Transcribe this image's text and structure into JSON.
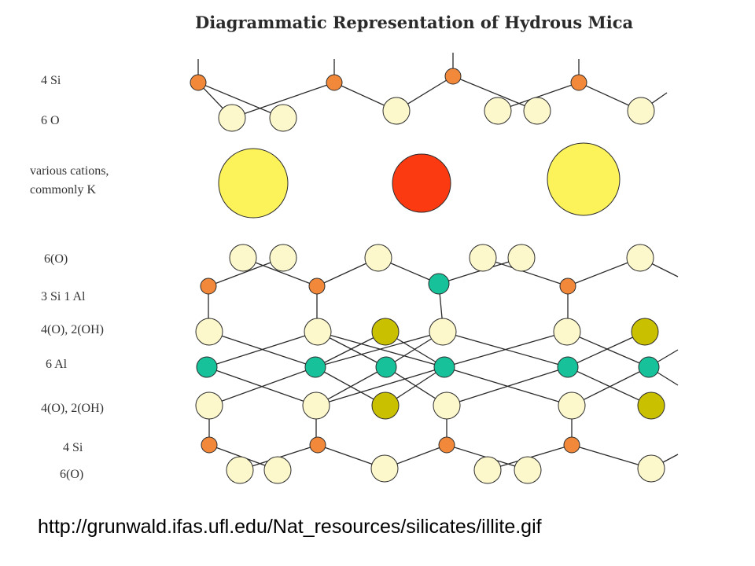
{
  "title": "Diagrammatic Representation of Hydrous Mica",
  "labels": {
    "top_si": "4 Si",
    "top_o": "6 O",
    "cations_line1": "various cations,",
    "cations_line2": "commonly K",
    "o6_upper": "6(O)",
    "si3al1": "3 Si 1 Al",
    "o4oh2_upper": "4(O), 2(OH)",
    "al6": "6 Al",
    "o4oh2_lower": "4(O), 2(OH)",
    "bottom_si": "4 Si",
    "o6_lower": "6(O)"
  },
  "url": "http://grunwald.ifas.ufl.edu/Nat_resources/silicates/illite.gif",
  "colors": {
    "oxygen": "#fcf8cc",
    "silicon": "#f2883a",
    "aluminum": "#17c29a",
    "hydroxyl": "#c9c100",
    "cation_k": "#fcf35a",
    "cation_other": "#fb3a12"
  }
}
